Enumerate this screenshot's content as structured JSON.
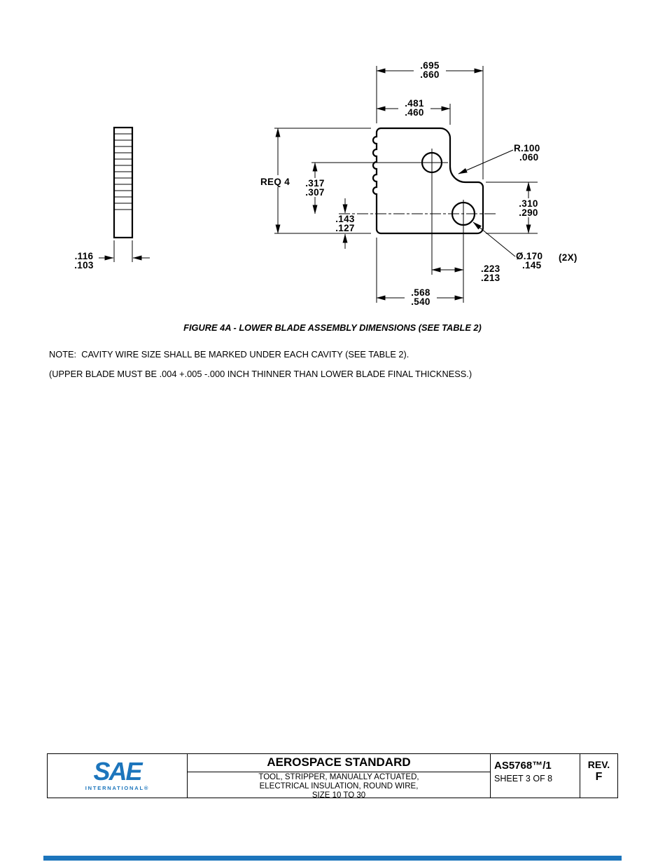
{
  "page": {
    "caption": "FIGURE 4A - LOWER BLADE ASSEMBLY DIMENSIONS (SEE TABLE 2)",
    "note1": "NOTE:  CAVITY WIRE SIZE SHALL BE MARKED UNDER EACH CAVITY (SEE TABLE 2).",
    "note2": "(UPPER BLADE MUST BE .004 +.005 -.000 INCH THINNER THAN LOWER BLADE FINAL THICKNESS.)"
  },
  "drawing": {
    "dims": {
      "overall_width": {
        "top": ".695",
        "bot": ".660"
      },
      "upper_width": {
        "top": ".481",
        "bot": ".460"
      },
      "req": "REQ 4",
      "hole_spacing_v": {
        "top": ".317",
        "bot": ".307"
      },
      "hole_to_bottom": {
        "top": ".143",
        "bot": ".127"
      },
      "tab_height": {
        "top": ".310",
        "bot": ".290"
      },
      "corner_radius": {
        "top": "R.100",
        "bot": ".060"
      },
      "hole_diameter": {
        "top": "Ø.170",
        "bot": ".145",
        "qty": "(2X)"
      },
      "hole_spacing_h": {
        "top": ".223",
        "bot": ".213"
      },
      "bottom_width": {
        "top": ".568",
        "bot": ".540"
      },
      "thickness": {
        "top": ".116",
        "bot": ".103"
      }
    }
  },
  "footer": {
    "logo": {
      "text": "SAE",
      "subtext": "INTERNATIONAL®",
      "color": "#1C75BC"
    },
    "title": "AEROSPACE STANDARD",
    "subtitle_lines": [
      "TOOL, STRIPPER, MANUALLY ACTUATED,",
      "ELECTRICAL INSULATION, ROUND WIRE,",
      "SIZE 10 TO 30"
    ],
    "doc_number": "AS5768™/1",
    "sheet": "SHEET 3 OF 8",
    "rev_label": "REV.",
    "rev_value": "F"
  }
}
